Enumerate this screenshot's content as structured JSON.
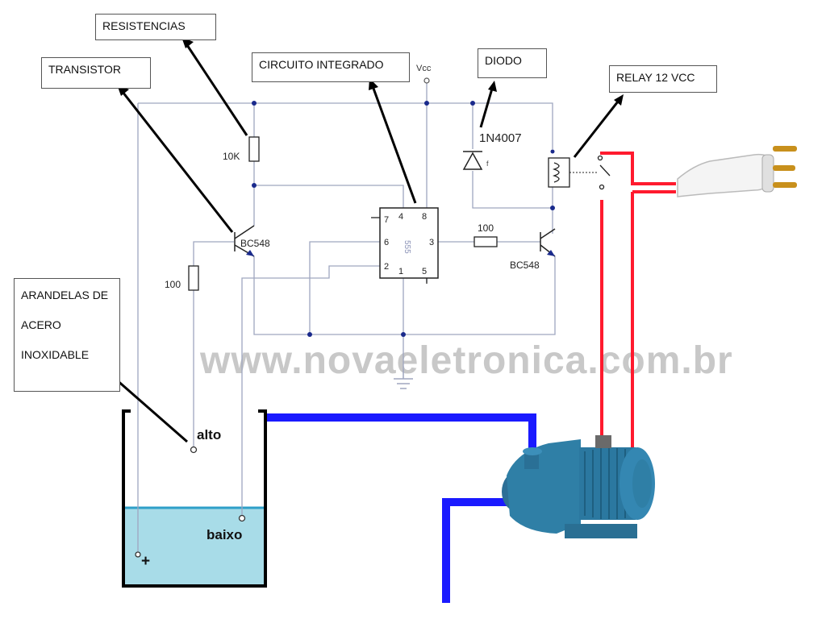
{
  "callouts": {
    "resistencias": "RESISTENCIAS",
    "transistor": "TRANSISTOR",
    "circuito_integrado": "CIRCUITO INTEGRADO",
    "diodo": "DIODO",
    "relay": "RELAY 12 VCC",
    "arandelas_line1": "ARANDELAS DE",
    "arandelas_line2": "ACERO",
    "arandelas_line3": "INOXIDABLE"
  },
  "components": {
    "vcc": "Vcc",
    "r1_value": "10K",
    "r2_value": "100",
    "r3_value": "100",
    "q1_model": "BC548",
    "q2_model": "BC548",
    "diode_model": "1N4007",
    "diode_tick": "f",
    "ic_name": "555",
    "ic_pins": {
      "p4": "4",
      "p8": "8",
      "p7": "7",
      "p6": "6",
      "p3": "3",
      "p2": "2",
      "p1": "1",
      "p5": "5"
    }
  },
  "tank": {
    "high_label": "alto",
    "low_label": "baixo",
    "plus_label": "+"
  },
  "watermark": "www.novaeletronica.com.br",
  "colors": {
    "wire": "#9fa6bf",
    "node": "#1a2a8c",
    "pipe": "#1a1aff",
    "power_cord": "#ff1a2e",
    "water": "#a8dce8",
    "water_surface": "#2f9fc8",
    "pump_body": "#2f7fa6",
    "watermark": "#c8c8c8"
  }
}
